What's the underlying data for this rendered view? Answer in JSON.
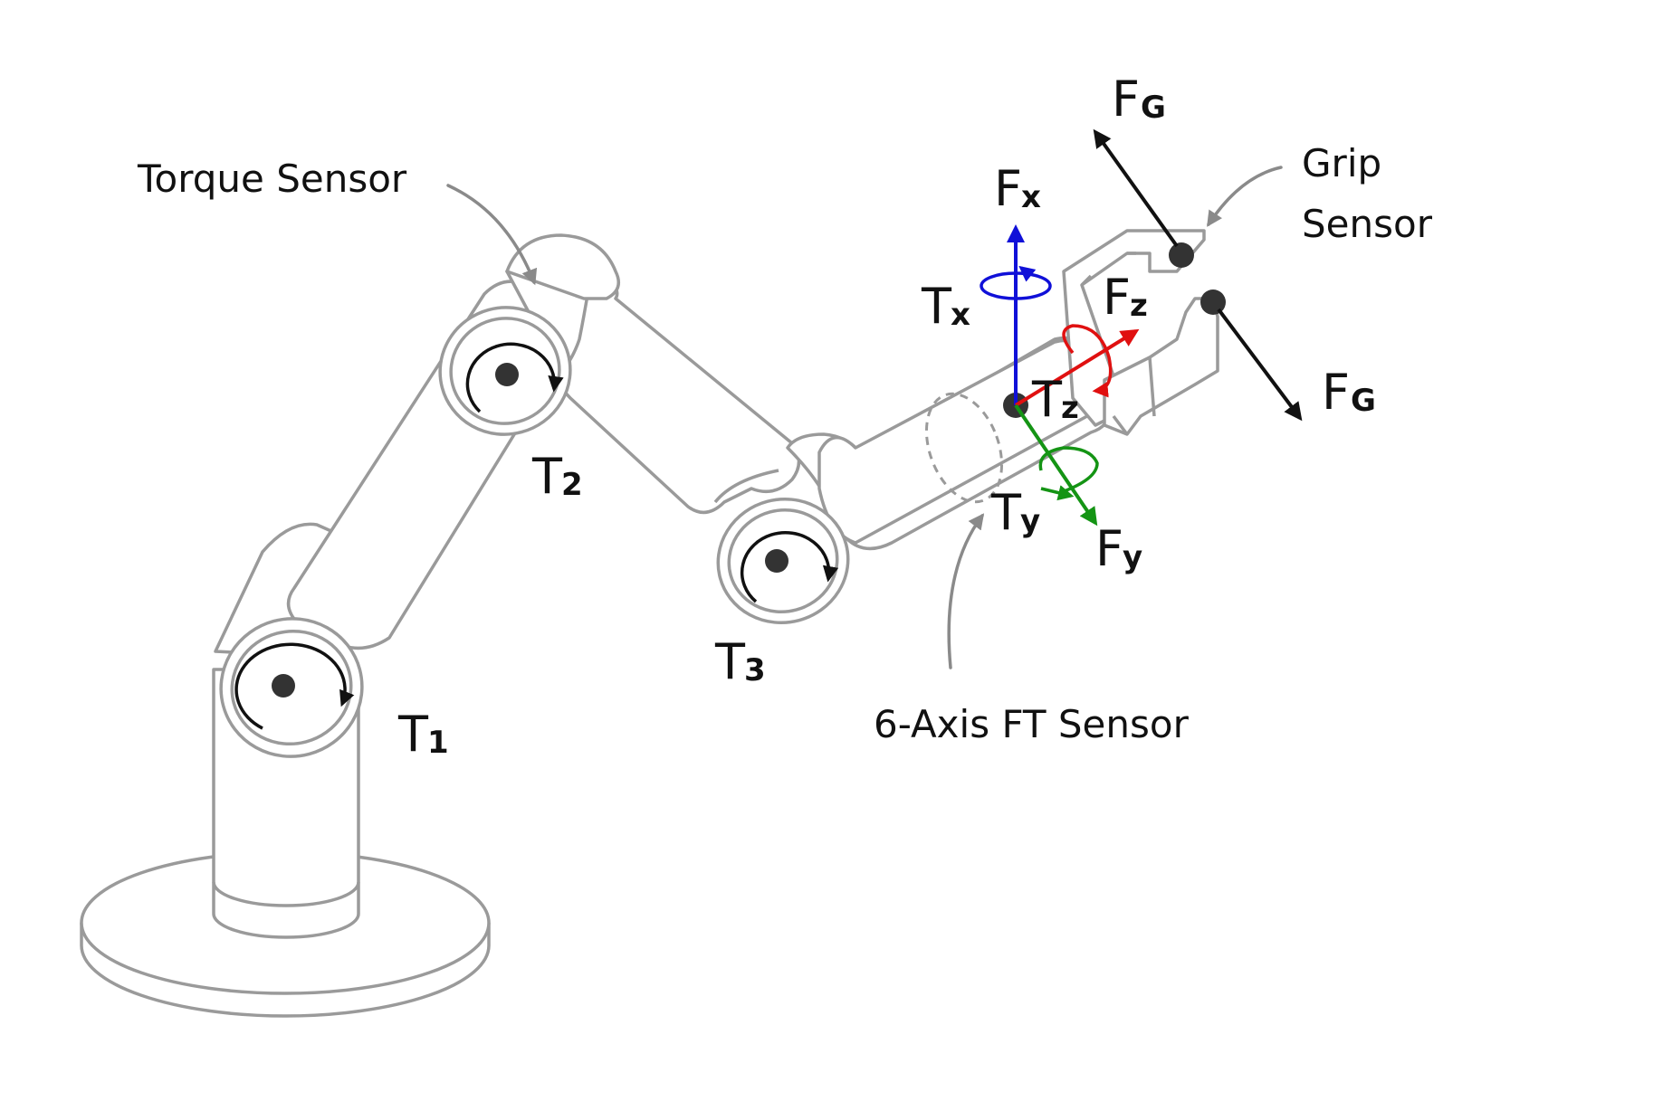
{
  "labels": {
    "torque_sensor": "Torque Sensor",
    "grip_sensor_line1": "Grip",
    "grip_sensor_line2": "Sensor",
    "ft_sensor": "6-Axis FT Sensor"
  },
  "symbols": {
    "t1": {
      "main": "T",
      "sub": "1"
    },
    "t2": {
      "main": "T",
      "sub": "2"
    },
    "t3": {
      "main": "T",
      "sub": "3"
    },
    "tx": {
      "main": "T",
      "sub": "x"
    },
    "ty": {
      "main": "T",
      "sub": "y"
    },
    "tz": {
      "main": "T",
      "sub": "z"
    },
    "fx": {
      "main": "F",
      "sub": "x"
    },
    "fy": {
      "main": "F",
      "sub": "y"
    },
    "fz": {
      "main": "F",
      "sub": "z"
    },
    "fg_top": {
      "main": "F",
      "sub": "G"
    },
    "fg_bottom": {
      "main": "F",
      "sub": "G"
    }
  },
  "colors": {
    "x_axis": "#1010d8",
    "y_axis": "#149414",
    "z_axis": "#e01010",
    "outline": "#9a9a9a",
    "ink": "#111111"
  }
}
